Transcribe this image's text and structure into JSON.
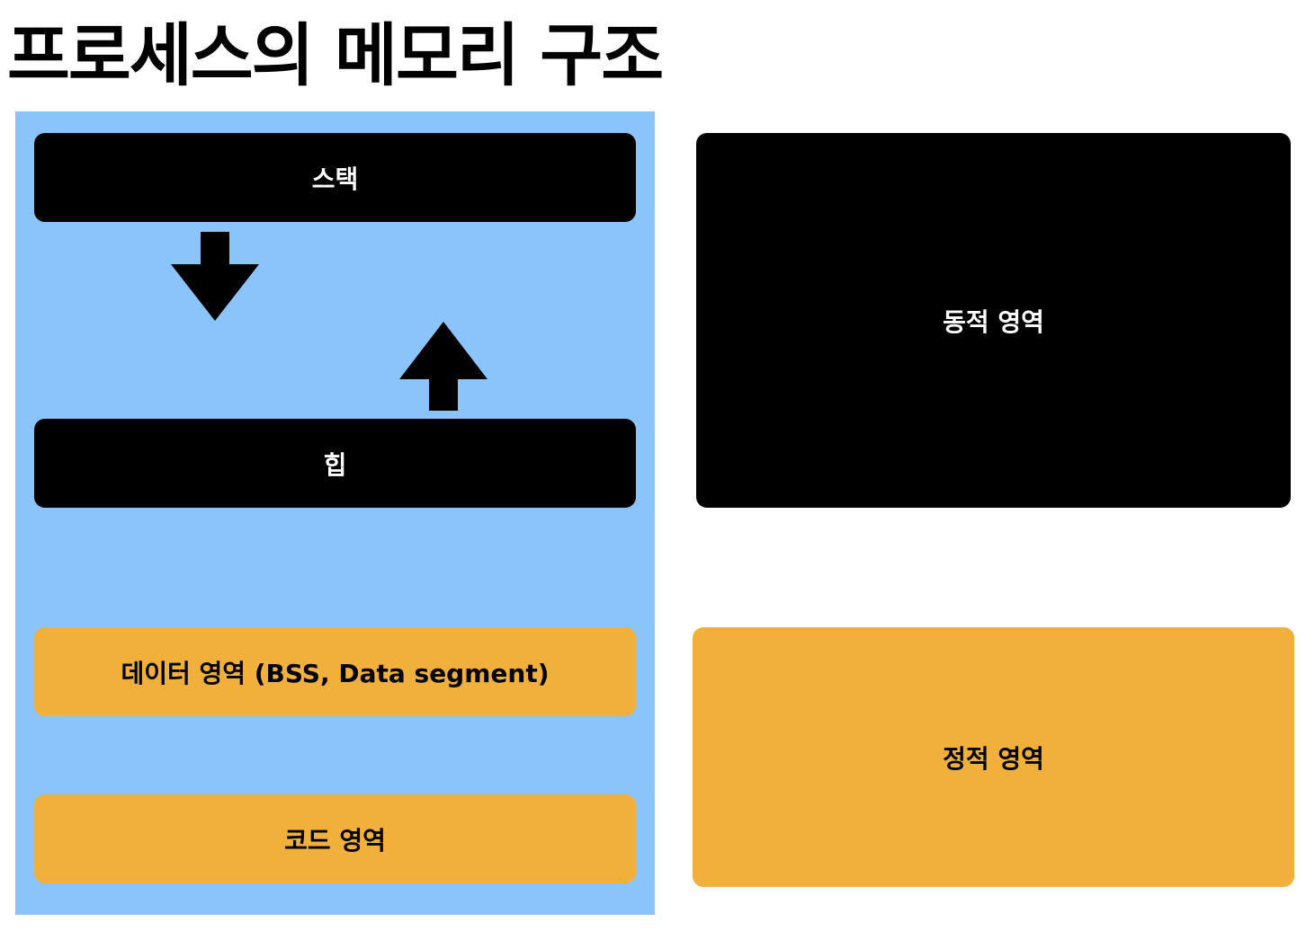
{
  "title": "프로세스의 메모리 구조",
  "memory": {
    "stack": "스택",
    "heap": "힙",
    "data_area": "데이터 영역 (BSS, Data segment)",
    "code_area": "코드 영역"
  },
  "regions": {
    "dynamic": "동적 영역",
    "static": "정적 영역"
  },
  "icons": {
    "stack_growth": "arrow-down-icon",
    "heap_growth": "arrow-up-icon"
  },
  "colors": {
    "panel": "#8ac4fa",
    "dark_block": "#000000",
    "static_block": "#f0b03b",
    "light_text": "#ffffff",
    "dark_text": "#000000"
  }
}
